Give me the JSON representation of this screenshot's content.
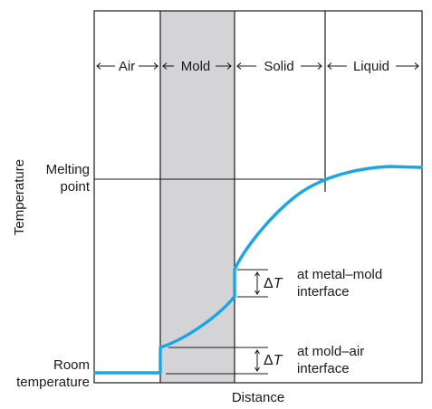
{
  "regions": {
    "air": "Air",
    "mold": "Mold",
    "solid": "Solid",
    "liquid": "Liquid"
  },
  "axes": {
    "y_label": "Temperature",
    "x_label": "Distance",
    "melting_point": [
      "Melting",
      "point"
    ],
    "room_temperature": [
      "Room",
      "temperature"
    ]
  },
  "annotations": {
    "delta_symbol": "Δ",
    "delta_var": "T",
    "metal_mold": [
      "at metal–mold",
      "interface"
    ],
    "mold_air": [
      "at mold–air",
      "interface"
    ]
  },
  "colors": {
    "curve": "#1aa6e6",
    "mold_fill": "#d4d4d6",
    "line": "#1a1a1a"
  }
}
